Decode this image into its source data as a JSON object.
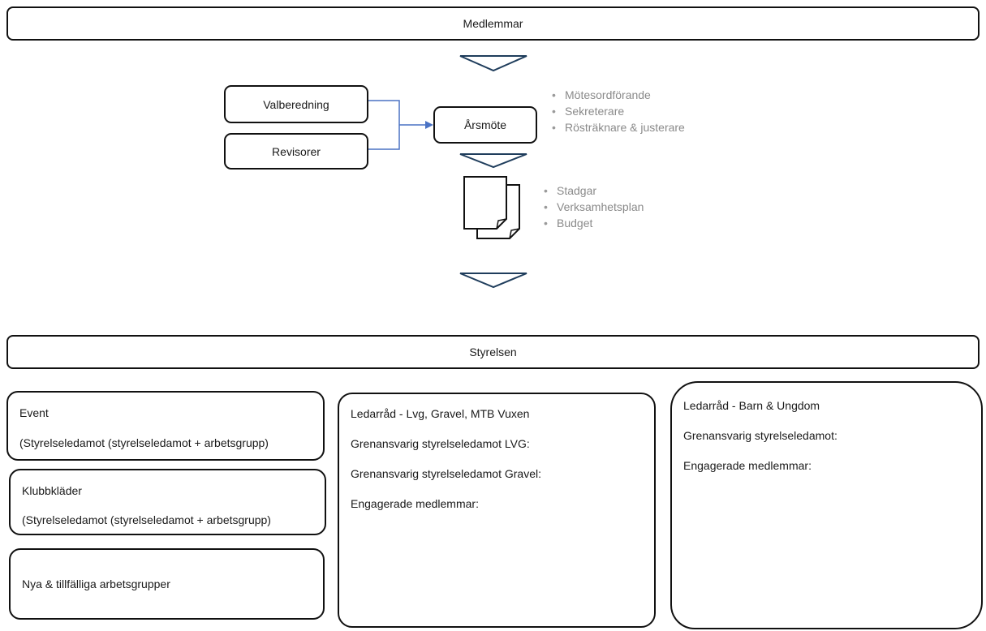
{
  "top": {
    "medlemmar": "Medlemmar"
  },
  "flow": {
    "valberedning": "Valberedning",
    "revisorer": "Revisorer",
    "arsmote": "Årsmöte",
    "arsmote_roles": [
      "Mötesordförande",
      "Sekreterare",
      "Rösträknare & justerare"
    ],
    "documents": [
      "Stadgar",
      "Verksamhetsplan",
      "Budget"
    ]
  },
  "styrelsen": {
    "label": "Styrelsen"
  },
  "groups": {
    "event": {
      "title": "Event",
      "subtitle": "(Styrelseledamot (styrelseledamot + arbetsgrupp)"
    },
    "klubbklader": {
      "title": "Klubbkläder",
      "subtitle": "(Styrelseledamot (styrelseledamot + arbetsgrupp)"
    },
    "nya": {
      "title": "Nya & tillfälliga arbetsgrupper"
    },
    "ledarrad_vuxen": {
      "title": "Ledarråd - Lvg, Gravel, MTB Vuxen",
      "line1": "Grenansvarig styrelseledamot LVG:",
      "line2": "Grenansvarig styrelseledamot Gravel:",
      "line3": "Engagerade medlemmar:"
    },
    "ledarrad_barn": {
      "title": "Ledarråd - Barn & Ungdom",
      "line1": "Grenansvarig styrelseledamot:",
      "line2": "Engagerade medlemmar:"
    }
  },
  "colors": {
    "connector": "#4a72c4",
    "triangle": "#1f3d5c",
    "bullet_text": "#8a8a8a"
  }
}
